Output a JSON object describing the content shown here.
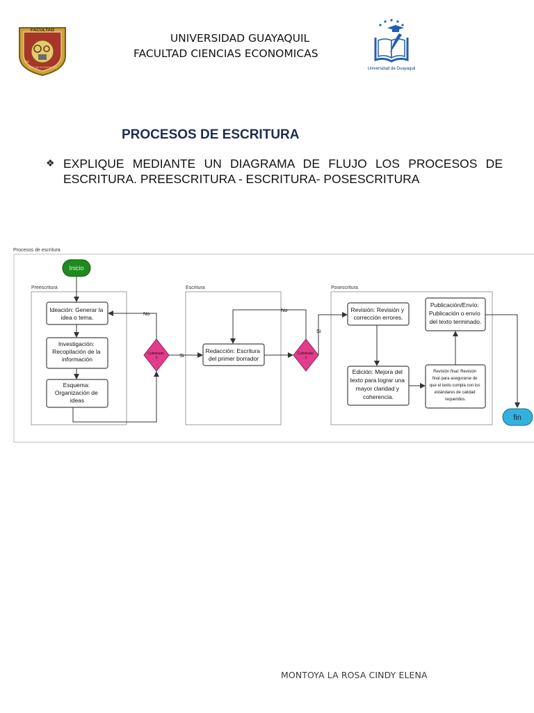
{
  "header": {
    "university": "UNIVERSIDAD GUAYAQUIL",
    "faculty": "FACULTAD CIENCIAS ECONOMICAS",
    "left_logo": {
      "icon": "faculty-crest-icon",
      "text_top": "FACULTAD",
      "text_left": "DE",
      "text_ring": "CIENCIAS ECONOMICAS"
    },
    "right_logo": {
      "icon": "university-book-quill-icon",
      "caption": "Universidad de Guayaquil"
    }
  },
  "section": {
    "title": "PROCESOS DE ESCRITURA",
    "bullet_icon": "diamond-bullet-icon",
    "bullet_text": "EXPLIQUE MEDIANTE UN DIAGRAMA DE FLUJO LOS PROCESOS DE ESCRITURA. PREESCRITURA - ESCRITURA- POSESCRITURA"
  },
  "diagram": {
    "title": "Procesos de escritura",
    "start": "Inicio",
    "end": "fin",
    "colors": {
      "start": "#1f8a1f",
      "end": "#35b0dc",
      "decision": "#e23c8c"
    },
    "lanes": {
      "pre": "Preescritura",
      "write": "Escritura",
      "post": "Posescritura"
    },
    "pre_steps": {
      "ideacion": [
        "Ideación: Generar la",
        "idea o tema."
      ],
      "investigacion": [
        "Investigación:",
        "Recopilación de la",
        "información"
      ],
      "esquema": [
        "Esquema:",
        "Organización de",
        "ideas"
      ]
    },
    "write_step": [
      "Redacción: Escritura",
      "del primer borrador"
    ],
    "post_steps": {
      "revision": [
        "Revisión: Revisión y",
        "corrección errores."
      ],
      "edicion": [
        "Edición: Mejora del",
        "texto para lograr una",
        "mayor claridad y",
        "coherencia."
      ],
      "revision_final": [
        "Revisión final: Revisión",
        "final para asegurarse de",
        "que el texto cumpla con los",
        "estándares de calidad",
        "requeridos."
      ],
      "publicacion": [
        "Publicación/Envío:",
        "Publicación o envío",
        "del texto terminado."
      ]
    },
    "decision1": [
      "Culminado",
      "?"
    ],
    "decision2": [
      "Culminado",
      "?"
    ],
    "labels": {
      "no": "No",
      "si": "Si"
    }
  },
  "footer": {
    "author": "MONTOYA LA ROSA CINDY ELENA"
  }
}
